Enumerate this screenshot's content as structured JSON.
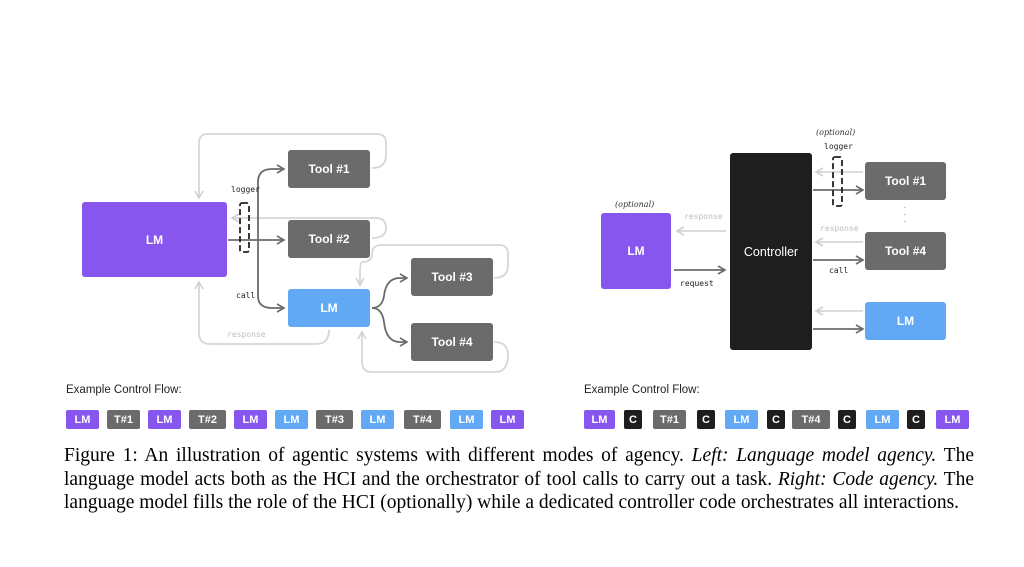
{
  "colors": {
    "lm_purple": "#8656ef",
    "lm_blue": "#61a8f5",
    "tool_gray": "#6b6b6b",
    "controller_black": "#1e1e1e",
    "response_arrow": "#d0d0d0",
    "call_arrow": "#6b6b6b"
  },
  "left_diagram": {
    "lm_main": "LM",
    "lm_sub": "LM",
    "tools": [
      "Tool #1",
      "Tool #2",
      "Tool #3",
      "Tool #4"
    ],
    "logger_label": "logger",
    "call_label": "call",
    "response_label": "response"
  },
  "right_diagram": {
    "optional_lm_label": "(optional)",
    "lm_main": "LM",
    "controller": "Controller",
    "optional_logger_label": "(optional)",
    "logger_label": "logger",
    "tools": [
      "Tool #1",
      "Tool #4"
    ],
    "lm_sub": "LM",
    "response_label_left": "response",
    "request_label": "request",
    "response_label_right": "response",
    "call_label": "call",
    "ellipsis": "·\n·\n·"
  },
  "left_flow": {
    "title": "Example Control Flow:",
    "chips": [
      {
        "label": "LM",
        "kind": "purple"
      },
      {
        "label": "T#1",
        "kind": "gray"
      },
      {
        "label": "LM",
        "kind": "purple"
      },
      {
        "label": "T#2",
        "kind": "gray"
      },
      {
        "label": "LM",
        "kind": "purple"
      },
      {
        "label": "LM",
        "kind": "blue"
      },
      {
        "label": "T#3",
        "kind": "gray"
      },
      {
        "label": "LM",
        "kind": "blue"
      },
      {
        "label": "T#4",
        "kind": "gray"
      },
      {
        "label": "LM",
        "kind": "blue"
      },
      {
        "label": "LM",
        "kind": "purple"
      }
    ]
  },
  "right_flow": {
    "title": "Example Control Flow:",
    "chips": [
      {
        "label": "LM",
        "kind": "purple"
      },
      {
        "label": "C",
        "kind": "black"
      },
      {
        "label": "T#1",
        "kind": "gray"
      },
      {
        "label": "C",
        "kind": "black"
      },
      {
        "label": "LM",
        "kind": "blue"
      },
      {
        "label": "C",
        "kind": "black"
      },
      {
        "label": "T#4",
        "kind": "gray"
      },
      {
        "label": "C",
        "kind": "black"
      },
      {
        "label": "LM",
        "kind": "blue"
      },
      {
        "label": "C",
        "kind": "black"
      },
      {
        "label": "LM",
        "kind": "purple"
      }
    ]
  },
  "caption": {
    "prefix": "Figure 1: An illustration of agentic systems with different modes of agency. ",
    "left_italic": "Left: Language model agency.",
    "middle": " The language model acts both as the HCI and the orchestrator of tool calls to carry out a task. ",
    "right_italic": "Right: Code agency.",
    "suffix": " The language model fills the role of the HCI (optionally) while a dedicated controller code orchestrates all interactions."
  }
}
